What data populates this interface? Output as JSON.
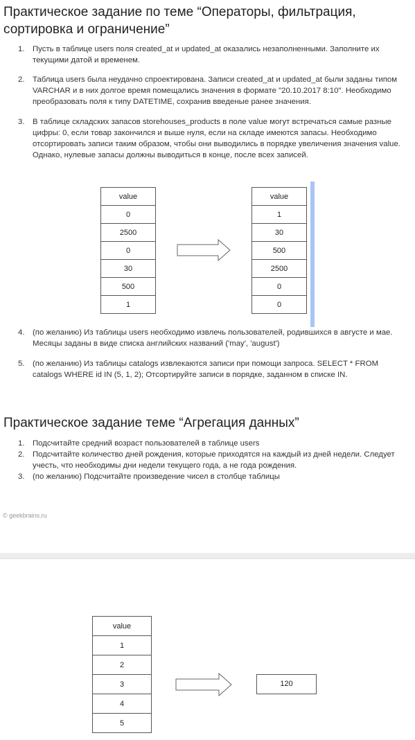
{
  "section1": {
    "title": "Практическое задание по теме “Операторы, фильтрация, сортировка и ограничение”",
    "items": [
      {
        "num": "1.",
        "text": "Пусть в таблице users поля created_at и updated_at оказались незаполненными. Заполните их текущими датой и временем."
      },
      {
        "num": "2.",
        "text": "Таблица users была неудачно спроектирована. Записи created_at и updated_at были заданы типом VARCHAR и в них долгое время помещались значения в формате \"20.10.2017 8:10\". Необходимо преобразовать поля к типу DATETIME, сохранив введеные ранее значения."
      },
      {
        "num": "3.",
        "text": "В таблице складских запасов storehouses_products в поле value могут встречаться самые разные цифры: 0, если товар закончился и выше нуля, если на складе имеются запасы. Необходимо отсортировать записи таким образом, чтобы они выводились в порядке увеличения значения value. Однако, нулевые запасы должны выводиться в конце, после всех записей."
      },
      {
        "num": "4.",
        "text": "(по желанию) Из таблицы users необходимо извлечь пользователей, родившихся в августе и мае. Месяцы заданы в виде списка английских названий ('may', 'august')"
      },
      {
        "num": "5.",
        "text": "(по желанию) Из таблицы catalogs извлекаются записи при помощи запроса. SELECT * FROM catalogs WHERE id IN (5, 1, 2); Отсортируйте записи в порядке, заданном в списке IN."
      }
    ],
    "table_header": "value",
    "table_before": [
      "0",
      "2500",
      "0",
      "30",
      "500",
      "1"
    ],
    "table_after": [
      "1",
      "30",
      "500",
      "2500",
      "0",
      "0"
    ]
  },
  "section2": {
    "title": "Практическое задание теме “Агрегация данных”",
    "items": [
      {
        "num": "1.",
        "text": "Подсчитайте средний возраст пользователей в таблице users"
      },
      {
        "num": "2.",
        "text": "Подсчитайте количество дней рождения, которые приходятся на каждый из дней недели. Следует учесть, что необходимы дни недели текущего года, а не года рождения."
      },
      {
        "num": "3.",
        "text": "(по желанию) Подсчитайте произведение чисел в столбце таблицы"
      }
    ]
  },
  "footer": "© geekbrains.ru",
  "page2": {
    "table_header": "value",
    "table_values": [
      "1",
      "2",
      "3",
      "4",
      "5"
    ],
    "result": "120"
  },
  "colors": {
    "accent_bar": "#a9c4f5",
    "text": "#333333",
    "border": "#555555"
  }
}
